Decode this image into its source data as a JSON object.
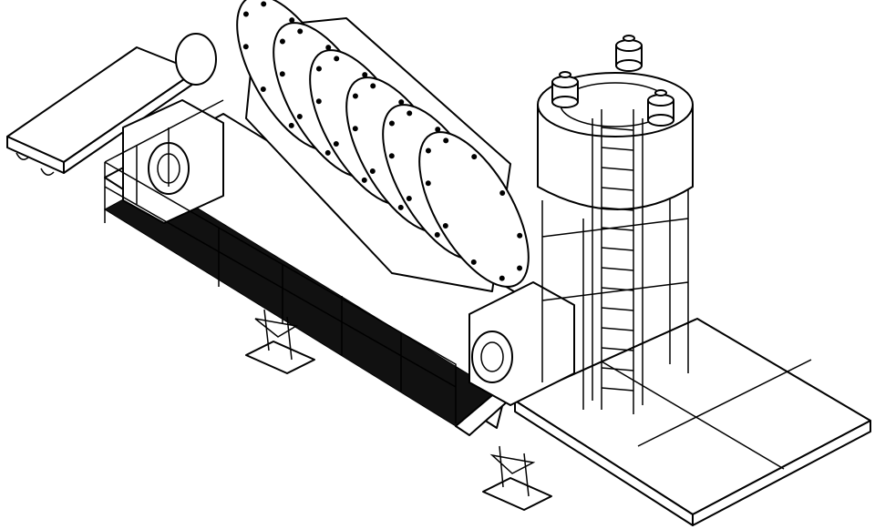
{
  "colors": {
    "stroke": "#000000",
    "background": "#ffffff",
    "grating": "#111111"
  },
  "components": {
    "drum_rings": 6,
    "tank_top_units": 3,
    "ladder_rungs": 14
  }
}
